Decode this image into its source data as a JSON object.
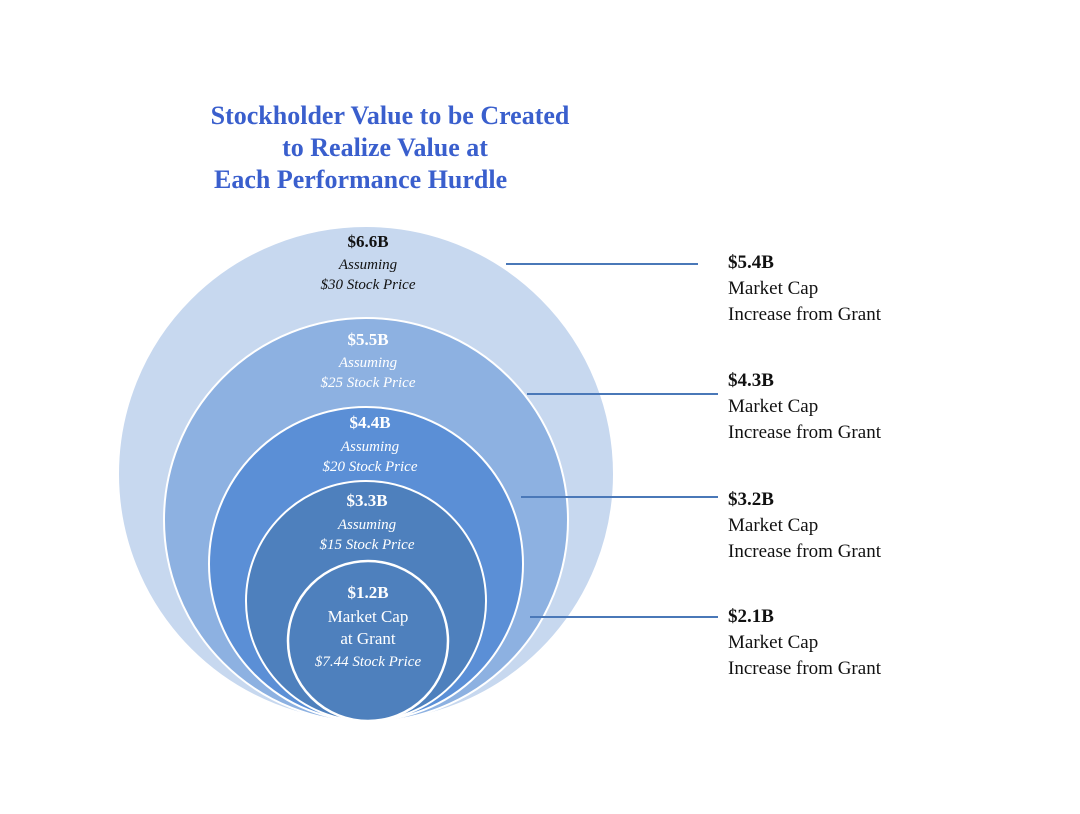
{
  "title": {
    "line1": "Stockholder Value to be Created",
    "line2": "to Realize Value at",
    "line3": "Each Performance Hurdle"
  },
  "circles": [
    {
      "value": "$6.6B",
      "line1": "Assuming",
      "line2": "$30 Stock Price",
      "fill": "#c7d8ef"
    },
    {
      "value": "$5.5B",
      "line1": "Assuming",
      "line2": "$25 Stock Price",
      "fill": "#8db1e1"
    },
    {
      "value": "$4.4B",
      "line1": "Assuming",
      "line2": "$20 Stock Price",
      "fill": "#5b8fd6"
    },
    {
      "value": "$3.3B",
      "line1": "Assuming",
      "line2": "$15 Stock Price",
      "fill": "#4e80bd"
    },
    {
      "value": "$1.2B",
      "line1": "Market Cap",
      "line2": "at Grant",
      "line3": "$7.44 Stock Price",
      "fill": "#4e80bd"
    }
  ],
  "callouts": [
    {
      "value": "$5.4B",
      "line1": "Market Cap",
      "line2": "Increase from Grant"
    },
    {
      "value": "$4.3B",
      "line1": "Market Cap",
      "line2": "Increase from Grant"
    },
    {
      "value": "$3.2B",
      "line1": "Market Cap",
      "line2": "Increase from Grant"
    },
    {
      "value": "$2.1B",
      "line1": "Market Cap",
      "line2": "Increase from Grant"
    }
  ],
  "colors": {
    "title": "#3a5fcd",
    "connector": "#4a78b8",
    "ring_stroke": "#ffffff"
  }
}
